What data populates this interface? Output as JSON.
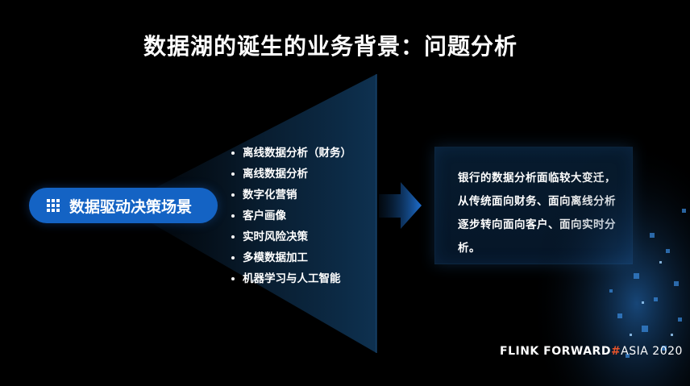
{
  "slide": {
    "title": "数据湖的诞生的业务背景：问题分析",
    "pill_label": "数据驱动决策场景",
    "bullets": [
      "离线数据分析（财务）",
      "离线数据分析",
      "数字化营销",
      "客户画像",
      "实时风险决策",
      "多模数据加工",
      "机器学习与人工智能"
    ],
    "panel_text": "银行的数据分析面临较大变迁，从传统面向财务、面向离线分析逐步转向面向客户、面向实时分析。",
    "brand": {
      "flink": "FLINK",
      "forward": "FORWARD",
      "hash": "#",
      "asia": "ASIA 2020"
    }
  },
  "colors": {
    "background": "#000000",
    "pill": "#1463c4",
    "accent_blue": "#1e6fd0",
    "brand_hash": "#e8542b"
  },
  "icons": [
    "grid-icon",
    "right-arrow-icon"
  ]
}
